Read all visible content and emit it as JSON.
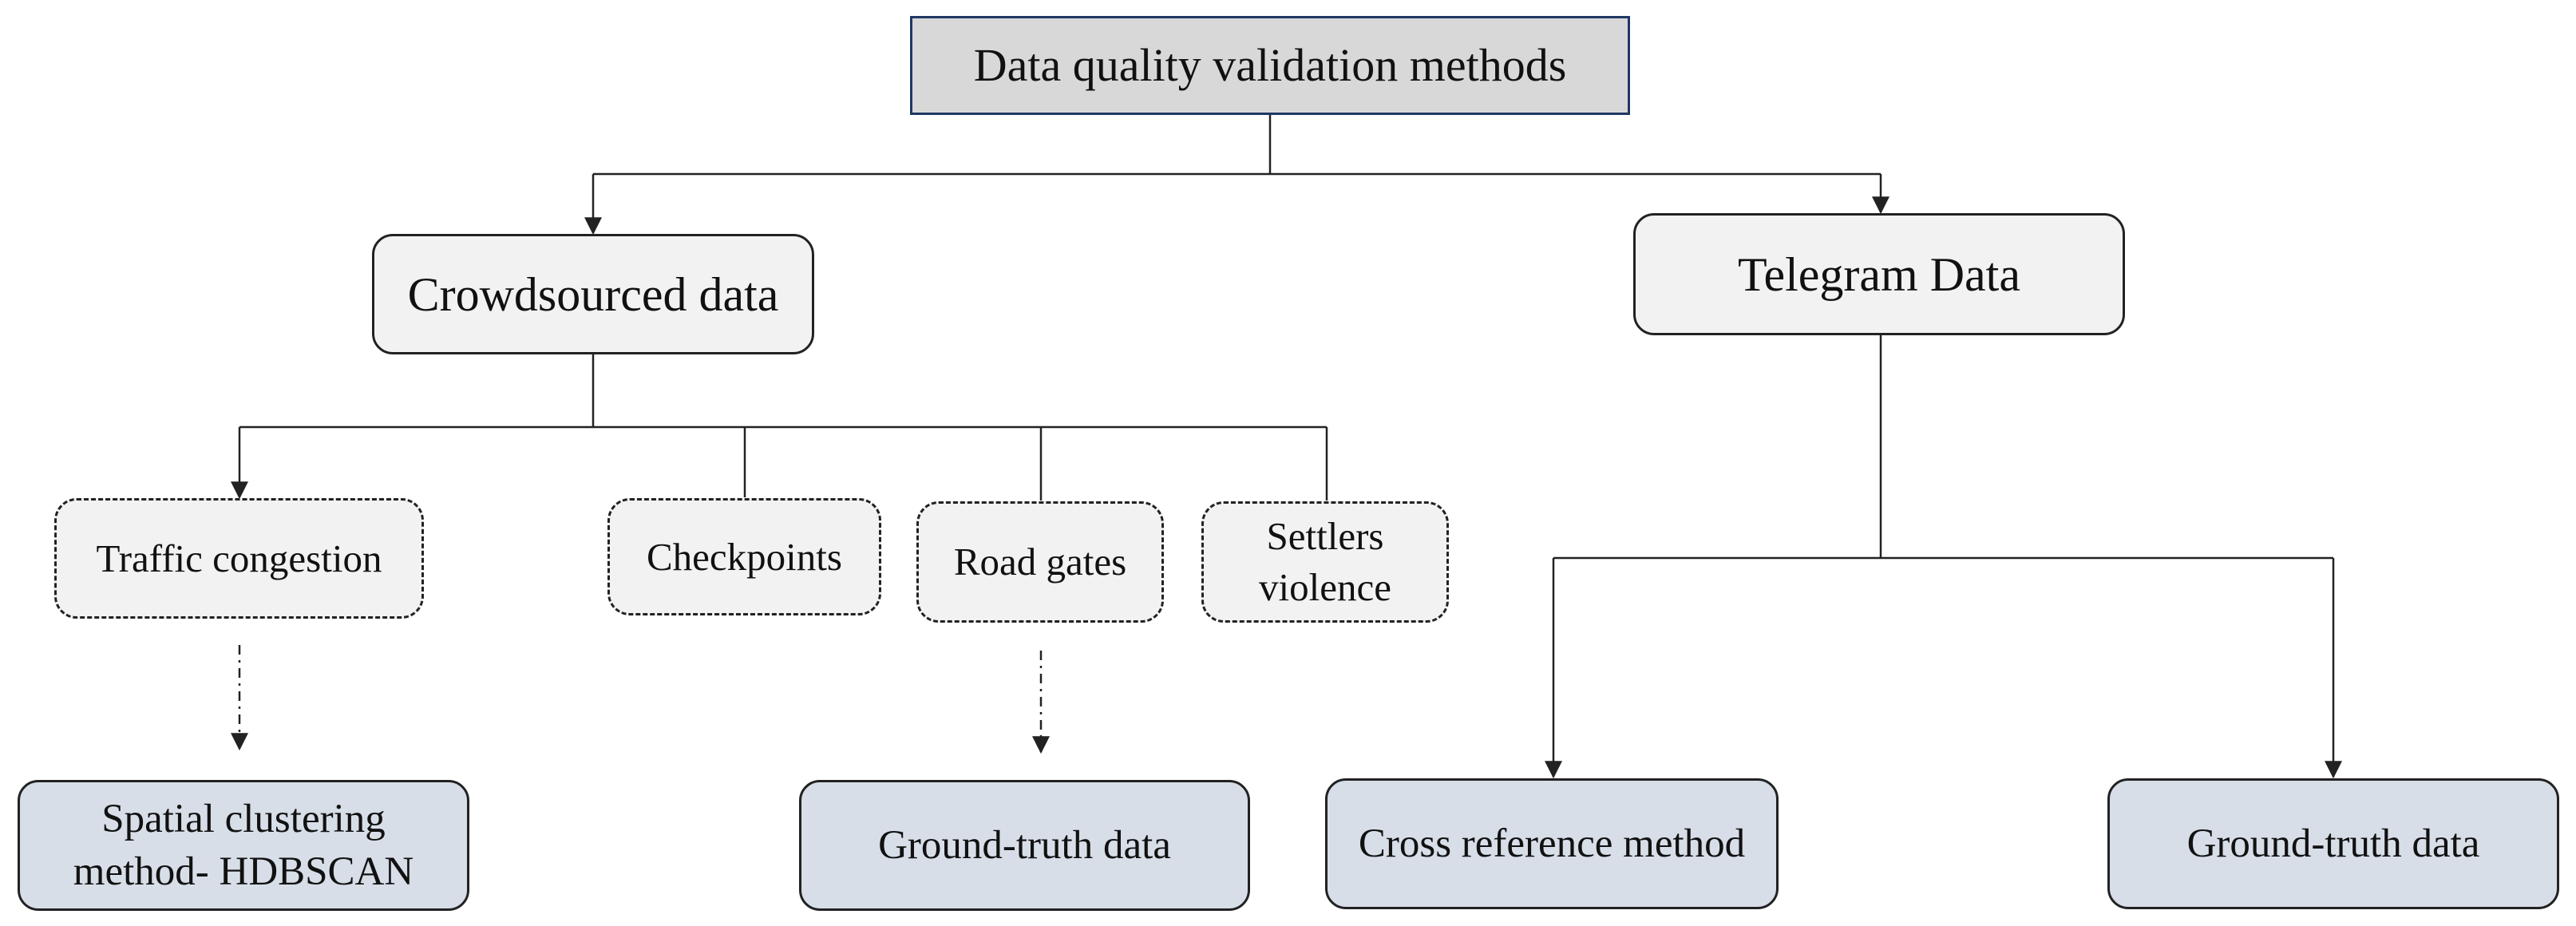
{
  "diagram": {
    "root": "Data quality validation methods",
    "crowdsourced": {
      "title": "Crowdsourced data",
      "categories": [
        "Traffic congestion",
        "Checkpoints",
        "Road gates",
        "Settlers violence"
      ],
      "methods": [
        "Spatial clustering method- HDBSCAN",
        "Ground-truth data"
      ]
    },
    "telegram": {
      "title": "Telegram Data",
      "methods": [
        "Cross reference method",
        "Ground-truth data"
      ]
    }
  },
  "colors": {
    "root_fill": "#d8d8d8",
    "root_border": "#1f3864",
    "node_fill": "#f2f2f2",
    "method_fill": "#d7dee8",
    "line": "#222222"
  }
}
